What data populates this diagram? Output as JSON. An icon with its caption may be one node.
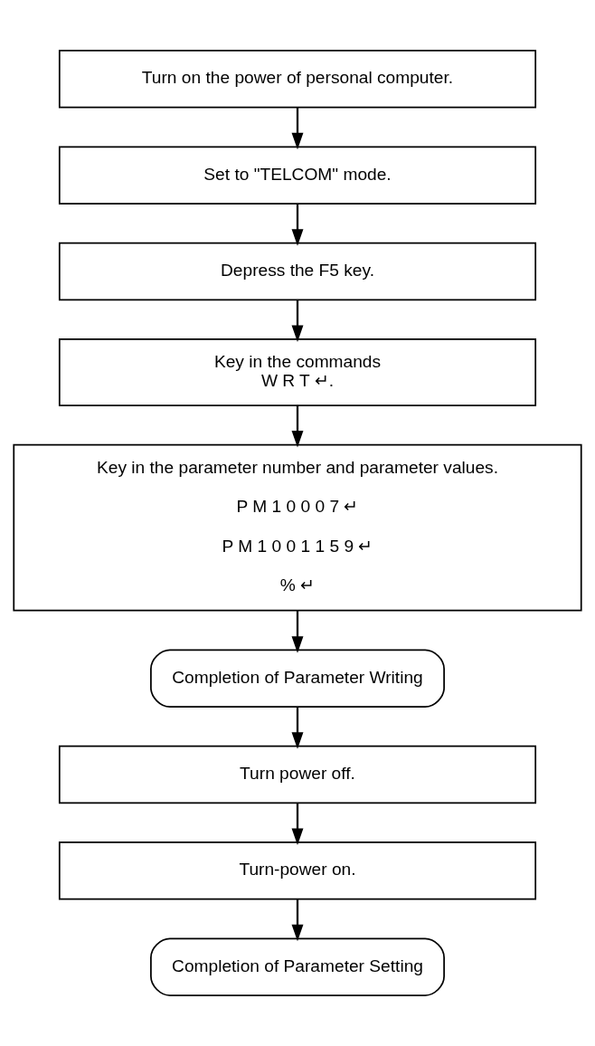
{
  "diagram": {
    "nodes": [
      {
        "text": [
          "Turn on the power of personal computer."
        ]
      },
      {
        "text": [
          "Set to \"TELCOM\" mode."
        ]
      },
      {
        "text": [
          "Depress the F5 key."
        ]
      },
      {
        "text": [
          "Key in the commands",
          "W R T ↵."
        ]
      },
      {
        "text": [
          "Key in the parameter number and parameter values.",
          "P M 1 0 0 0 7 ↵",
          "P M 1 0 0 1 1 5 9 ↵",
          "% ↵"
        ]
      },
      {
        "text": [
          "Completion of Parameter Writing"
        ]
      },
      {
        "text": [
          "Turn power off."
        ]
      },
      {
        "text": [
          "Turn-power on."
        ]
      },
      {
        "text": [
          "Completion of Parameter Setting"
        ]
      }
    ],
    "edges": [
      {
        "from": 0,
        "to": 1,
        "arrow": "to"
      },
      {
        "from": 1,
        "to": 2,
        "arrow": "to"
      },
      {
        "from": 2,
        "to": 3,
        "arrow": "to"
      },
      {
        "from": 3,
        "to": 4,
        "arrow": "to"
      },
      {
        "from": 4,
        "to": 5,
        "arrow": "to"
      },
      {
        "from": 5,
        "to": 6,
        "arrow": "to"
      },
      {
        "from": 6,
        "to": 7,
        "arrow": "to"
      },
      {
        "from": 7,
        "to": 8,
        "arrow": "to"
      }
    ]
  }
}
